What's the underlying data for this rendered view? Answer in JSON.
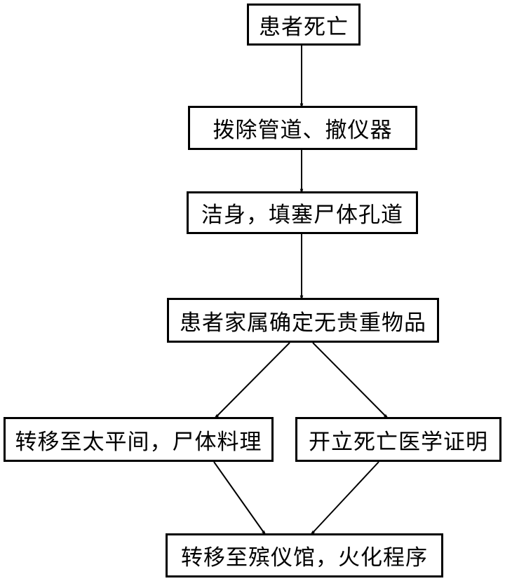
{
  "diagram": {
    "type": "flowchart",
    "nodes": [
      {
        "id": "n1",
        "label": "患者死亡"
      },
      {
        "id": "n2",
        "label": "拨除管道、撤仪器"
      },
      {
        "id": "n3",
        "label": "洁身，填塞尸体孔道"
      },
      {
        "id": "n4",
        "label": "患者家属确定无贵重物品"
      },
      {
        "id": "n5",
        "label": "转移至太平间，尸体料理"
      },
      {
        "id": "n6",
        "label": "开立死亡医学证明"
      },
      {
        "id": "n7",
        "label": "转移至殡仪馆，火化程序"
      }
    ],
    "edges": [
      {
        "from": "n1",
        "to": "n2"
      },
      {
        "from": "n2",
        "to": "n3"
      },
      {
        "from": "n3",
        "to": "n4"
      },
      {
        "from": "n4",
        "to": "n5"
      },
      {
        "from": "n4",
        "to": "n6"
      },
      {
        "from": "n5",
        "to": "n7"
      },
      {
        "from": "n6",
        "to": "n7"
      }
    ],
    "colors": {
      "stroke": "#000000",
      "fill": "#ffffff",
      "text": "#000000"
    }
  }
}
